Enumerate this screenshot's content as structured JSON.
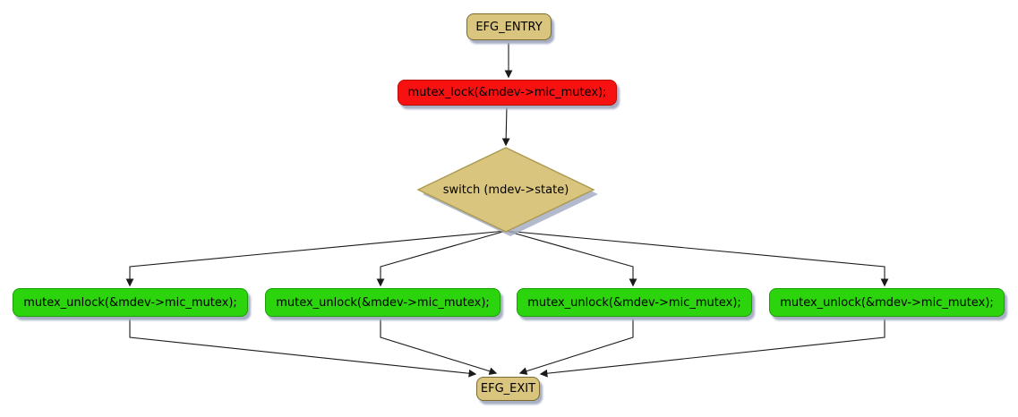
{
  "diagram": {
    "type": "control-flow-graph",
    "nodes": {
      "entry": {
        "label": "EFG_ENTRY",
        "kind": "terminal"
      },
      "lock": {
        "label": "mutex_lock(&mdev->mic_mutex);",
        "kind": "statement"
      },
      "switch": {
        "label": "switch (mdev->state)",
        "kind": "decision"
      },
      "unlock1": {
        "label": "mutex_unlock(&mdev->mic_mutex);",
        "kind": "statement"
      },
      "unlock2": {
        "label": "mutex_unlock(&mdev->mic_mutex);",
        "kind": "statement"
      },
      "unlock3": {
        "label": "mutex_unlock(&mdev->mic_mutex);",
        "kind": "statement"
      },
      "unlock4": {
        "label": "mutex_unlock(&mdev->mic_mutex);",
        "kind": "statement"
      },
      "exit": {
        "label": "EFG_EXIT",
        "kind": "terminal"
      }
    },
    "edges": [
      {
        "from": "entry",
        "to": "lock"
      },
      {
        "from": "lock",
        "to": "switch"
      },
      {
        "from": "switch",
        "to": "unlock1"
      },
      {
        "from": "switch",
        "to": "unlock2"
      },
      {
        "from": "switch",
        "to": "unlock3"
      },
      {
        "from": "switch",
        "to": "unlock4"
      },
      {
        "from": "unlock1",
        "to": "exit"
      },
      {
        "from": "unlock2",
        "to": "exit"
      },
      {
        "from": "unlock3",
        "to": "exit"
      },
      {
        "from": "unlock4",
        "to": "exit"
      }
    ],
    "colors": {
      "background": "#ffffff",
      "terminal_fill": "#d9c57e",
      "terminal_border": "#7c6a2e",
      "decision_fill": "#d9c57e",
      "decision_border": "#ab9a52",
      "lock_fill": "#f71111",
      "lock_border": "#b80d05",
      "unlock_fill": "#2bd40c",
      "unlock_border": "#1b9e04",
      "edge": "#1a1a1a",
      "shadow": "#a6aec4"
    }
  }
}
